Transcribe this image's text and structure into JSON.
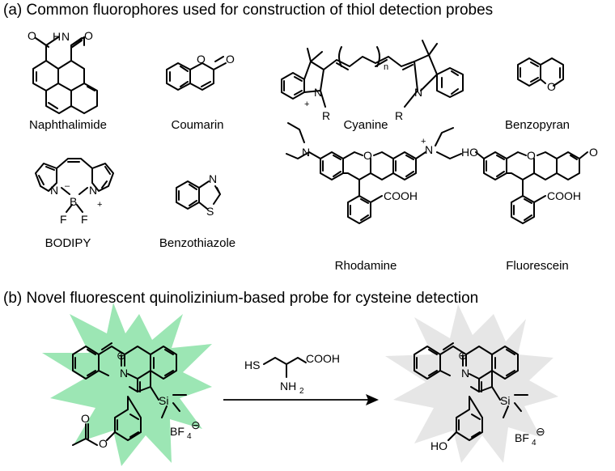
{
  "section_a": {
    "heading": "(a) Common fluorophores used for construction of thiol detection probes",
    "compounds": {
      "naphthalimide": "Naphthalimide",
      "coumarin": "Coumarin",
      "cyanine": "Cyanine",
      "benzopyran": "Benzopyran",
      "bodipy": "BODIPY",
      "benzothiazole": "Benzothiazole",
      "rhodamine": "Rhodamine",
      "fluorescein": "Fluorescein"
    }
  },
  "section_b": {
    "heading": "(b) Novel fluorescent quinolizinium-based probe for cysteine detection"
  },
  "atom_labels": {
    "hn": "H",
    "n": "N",
    "o": "O",
    "plus": "+",
    "r": "R",
    "sub_n": "n",
    "minus": "–",
    "b": "B",
    "f": "F",
    "s": "S",
    "cooh": "COOH",
    "ho": "HO",
    "sh": "HS",
    "nh2": "NH",
    "sub_2": "2",
    "si": "Si",
    "bf": "BF",
    "sub_4": "4",
    "anion": "⊖",
    "cation": "⊕"
  },
  "colors": {
    "probe_glow": "#9ce6b4",
    "product_glow": "#e6e6e6"
  }
}
